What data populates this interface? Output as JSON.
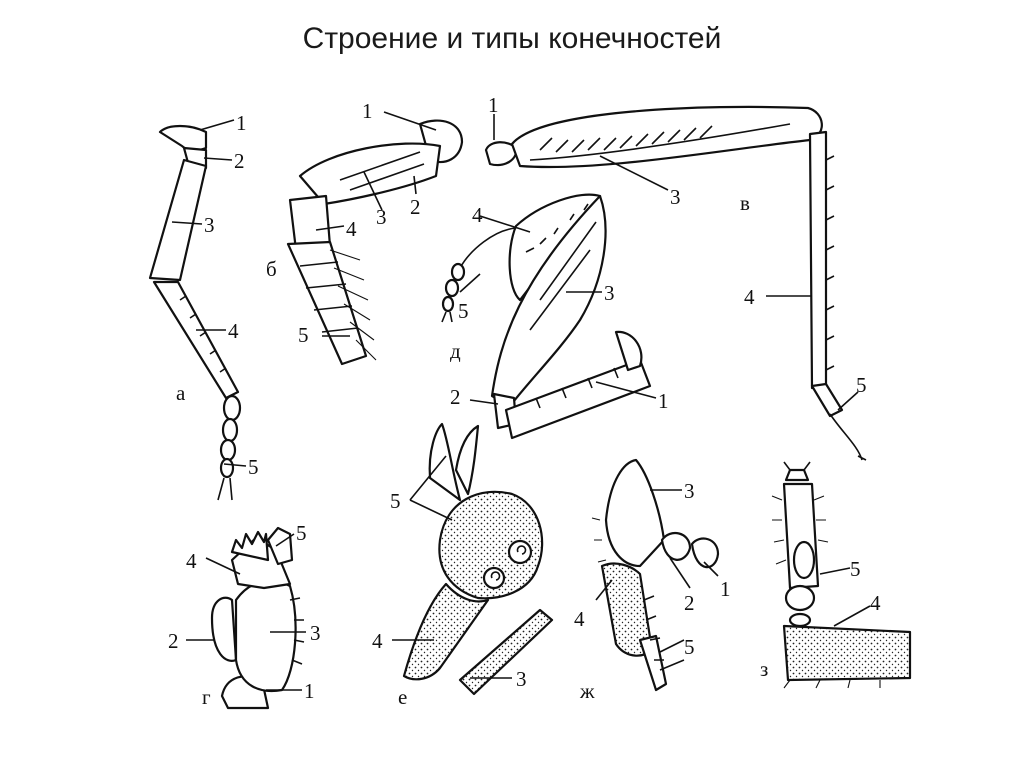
{
  "title": "Строение и типы конечностей",
  "panels": [
    {
      "id": "a",
      "letter": "а",
      "labels": [
        "1",
        "2",
        "3",
        "4",
        "5"
      ]
    },
    {
      "id": "b",
      "letter": "б",
      "labels": [
        "1",
        "2",
        "3",
        "4",
        "5"
      ]
    },
    {
      "id": "v",
      "letter": "в",
      "labels": [
        "1",
        "3",
        "4",
        "5"
      ]
    },
    {
      "id": "g",
      "letter": "г",
      "labels": [
        "1",
        "2",
        "3",
        "4",
        "5"
      ]
    },
    {
      "id": "d",
      "letter": "д",
      "labels": [
        "1",
        "2",
        "3",
        "4",
        "5"
      ]
    },
    {
      "id": "e",
      "letter": "е",
      "labels": [
        "3",
        "4",
        "5"
      ]
    },
    {
      "id": "zh",
      "letter": "ж",
      "labels": [
        "1",
        "2",
        "3",
        "4",
        "5"
      ]
    },
    {
      "id": "z",
      "letter": "з",
      "labels": [
        "4",
        "5"
      ]
    }
  ],
  "colors": {
    "ink": "#111111",
    "background": "#ffffff"
  }
}
